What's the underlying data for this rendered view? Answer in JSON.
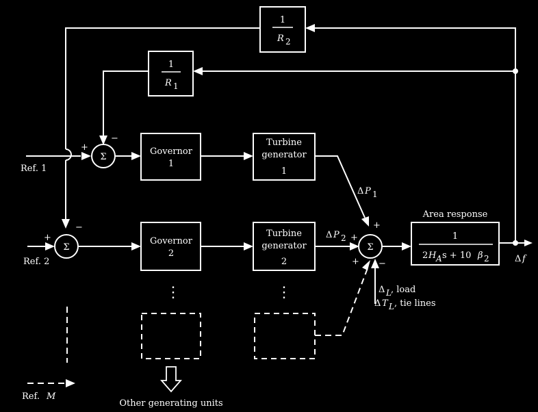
{
  "blocks": {
    "r2": {
      "num": "1",
      "den": "R",
      "sub": "2"
    },
    "r1": {
      "num": "1",
      "den": "R",
      "sub": "1"
    },
    "governor1": {
      "line1": "Governor",
      "line2": "1"
    },
    "governor2": {
      "line1": "Governor",
      "line2": "2"
    },
    "turbine1": {
      "line1": "Turbine",
      "line2": "generator",
      "line3": "1"
    },
    "turbine2": {
      "line1": "Turbine",
      "line2": "generator",
      "line3": "2"
    },
    "area_response": {
      "title": "Area response",
      "num": "1",
      "den_a": "2",
      "den_b": "H",
      "den_b_sub": "A",
      "den_c": " s + 10",
      "den_d": "β",
      "den_d_sub": "2"
    }
  },
  "sums": {
    "sum1": {
      "symbol": "Σ",
      "plus": "+",
      "minus": "−"
    },
    "sum2": {
      "symbol": "Σ",
      "plus": "+",
      "minus": "−"
    },
    "main": {
      "symbol": "Σ",
      "plus_top": "+",
      "plus_left": "+",
      "plus_bottom": "+",
      "minus": "−"
    }
  },
  "labels": {
    "ref1": "Ref. 1",
    "ref2": "Ref. 2",
    "refM_a": "Ref. ",
    "refM_b": "M",
    "dp1_a": "Δ",
    "dp1_b": "P",
    "dp1_sub": "1",
    "dp2_a": "Δ",
    "dp2_b": "P",
    "dp2_sub": "2",
    "load_a": "Δ",
    "load_sub": "L",
    "load_b": ", load",
    "tie_a": "Δ",
    "tie_b": "T",
    "tie_sub": "L",
    "tie_c": ", tie lines",
    "df_a": "Δ",
    "df_b": "f",
    "other_units": "Other generating units",
    "vdots": "⋮"
  }
}
